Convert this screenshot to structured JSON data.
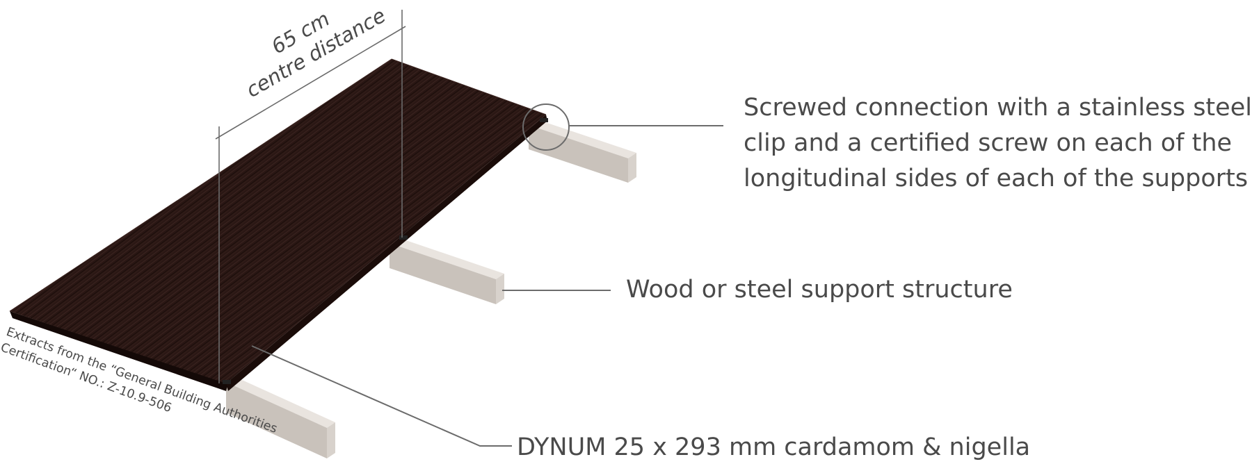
{
  "dimension": {
    "line1": "65 cm",
    "line2": "centre distance"
  },
  "callouts": {
    "connection": {
      "line1": "Screwed connection with a stainless steel",
      "line2": "clip and a certified screw on each of the",
      "line3": "longitudinal sides of each of the supports"
    },
    "support": "Wood or steel support structure",
    "board": "DYNUM 25 x 293 mm cardamom & nigella"
  },
  "certification": {
    "line1": "Extracts from the “General Building Authorities",
    "line2": "Certification“ NO.: Z-10.9-506"
  },
  "colors": {
    "board": "#2a1714",
    "board_edge": "#140907",
    "support_top": "#e9e4df",
    "support_side": "#c9c2bb",
    "support_end": "#d8d2cc",
    "text": "#4a4a4a",
    "lines": "#6b6b6b"
  },
  "icons": [
    "detail-circle-icon",
    "clip-icon"
  ]
}
